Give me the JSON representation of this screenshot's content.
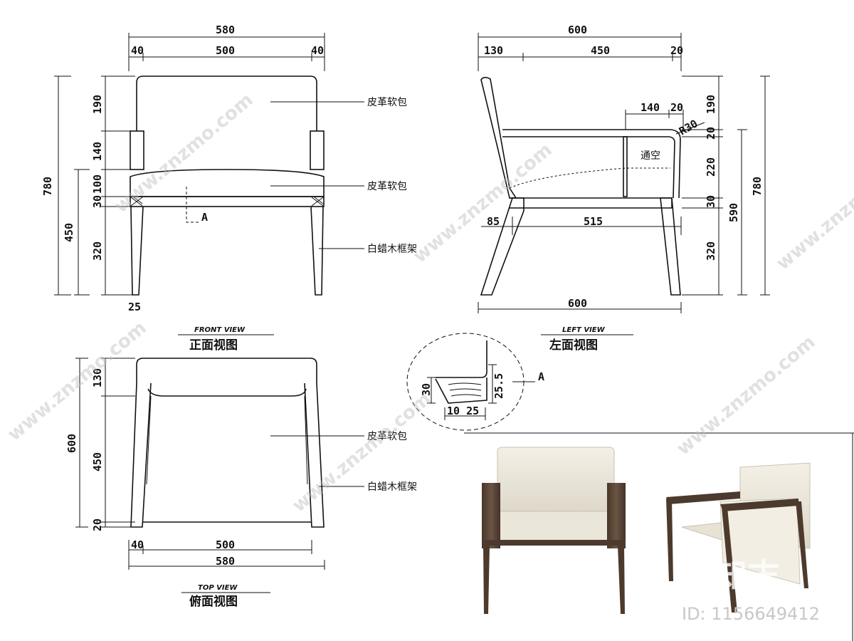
{
  "labels": {
    "leather": "皮革软包",
    "frame": "白蜡木框架",
    "hollow": "通空",
    "section_marker": "A"
  },
  "views": {
    "front_en": "FRONT VIEW",
    "front_cn": "正面视图",
    "left_en": "LEFT VIEW",
    "left_cn": "左面视图",
    "top_en": "TOP VIEW",
    "top_cn": "俯面视图"
  },
  "front_dims": {
    "total_width": "580",
    "side_left": "40",
    "inner_width": "500",
    "side_right": "40",
    "total_height": "780",
    "back_h": "190",
    "arm_h": "140",
    "cushion_h": "100",
    "rail_h": "30",
    "seat_h": "450",
    "leg_h": "320",
    "leg_w": "25"
  },
  "left_dims": {
    "total_depth": "600",
    "back_depth": "130",
    "seat_depth": "450",
    "front_gap": "20",
    "arm_depth": "140",
    "arm_end": "20",
    "radius": "R30",
    "rear_offset": "85",
    "rail_len": "515",
    "bottom_depth": "600",
    "back_h": "190",
    "arm_t": "20",
    "seat_h": "220",
    "rail_h": "30",
    "leg_h": "320",
    "arm_height": "590",
    "total_height": "780"
  },
  "top_dims": {
    "back_depth": "130",
    "total_depth": "600",
    "seat_depth": "450",
    "front_edge": "20",
    "side": "40",
    "inner_width": "500",
    "total_width": "580"
  },
  "section_dims": {
    "h1": "30",
    "h2": "25.5",
    "w": "10 25"
  },
  "watermark": {
    "text": "www.znzmo.com",
    "brand": "知末",
    "id_text": "ID: 1156649412"
  },
  "colors": {
    "line": "#111111",
    "leather": "#efeadd",
    "wood": "#5a4535",
    "watermark": "#bdbdbd"
  }
}
